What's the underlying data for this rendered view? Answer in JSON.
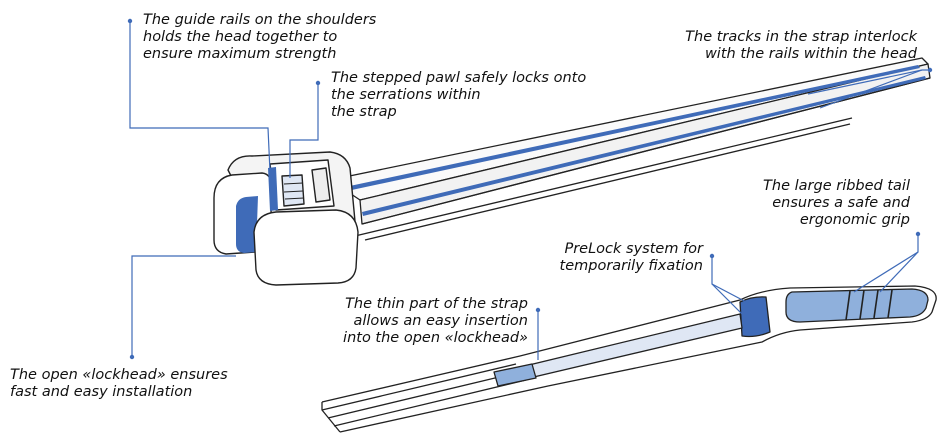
{
  "colors": {
    "accent_blue": "#3f6bb8",
    "light_blue": "#8fb0dc",
    "leader_blue": "#3f6bb8",
    "outline": "#222222",
    "text": "#111111"
  },
  "annotations": {
    "guide_rails": "The guide rails on the shoulders\nholds the head together to\nensure maximum strength",
    "stepped_pawl": "The stepped pawl safely locks onto\nthe serrations within\nthe strap",
    "tracks": "The tracks in the strap interlock\nwith the rails within the head",
    "ribbed_tail": "The large ribbed tail\nensures a safe and\nergonomic grip",
    "prelock": "PreLock system for\ntemporarily fixation",
    "thin_part": "The thin part of the strap\nallows an easy insertion\ninto the open «lockhead»",
    "open_lockhead": "The open «lockhead» ensures\nfast and easy installation"
  }
}
